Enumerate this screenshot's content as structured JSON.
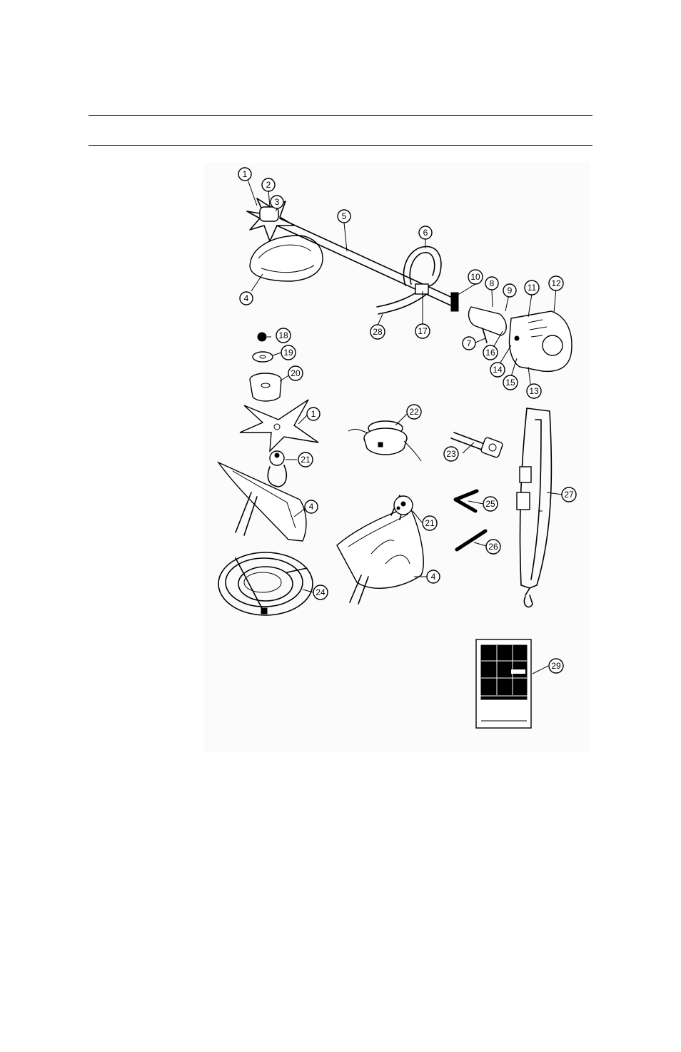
{
  "callouts": [
    {
      "n": "1"
    },
    {
      "n": "2"
    },
    {
      "n": "3"
    },
    {
      "n": "4"
    },
    {
      "n": "5"
    },
    {
      "n": "6"
    },
    {
      "n": "7"
    },
    {
      "n": "8"
    },
    {
      "n": "9"
    },
    {
      "n": "10"
    },
    {
      "n": "11"
    },
    {
      "n": "12"
    },
    {
      "n": "13"
    },
    {
      "n": "14"
    },
    {
      "n": "15"
    },
    {
      "n": "16"
    },
    {
      "n": "17"
    },
    {
      "n": "18"
    },
    {
      "n": "19"
    },
    {
      "n": "20"
    },
    {
      "n": "1"
    },
    {
      "n": "22"
    },
    {
      "n": "23"
    },
    {
      "n": "27"
    },
    {
      "n": "21"
    },
    {
      "n": "4"
    },
    {
      "n": "25"
    },
    {
      "n": "21"
    },
    {
      "n": "26"
    },
    {
      "n": "4"
    },
    {
      "n": "24"
    },
    {
      "n": "29"
    },
    {
      "n": "28"
    }
  ]
}
